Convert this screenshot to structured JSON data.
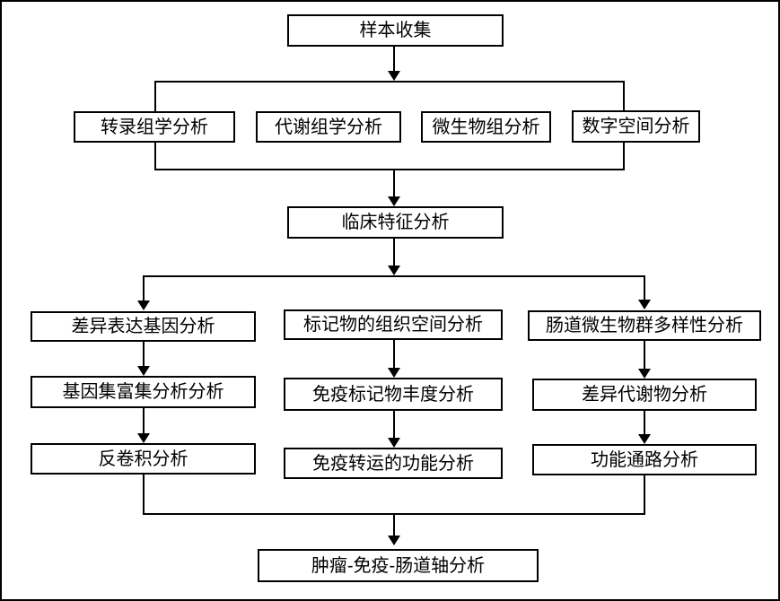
{
  "diagram": {
    "type": "flowchart",
    "colors": {
      "line": "#000000",
      "box_fill": "#ffffff",
      "text": "#000000",
      "background": "#ffffff"
    },
    "nodes": {
      "sample": {
        "label": "样本收集"
      },
      "omics": [
        {
          "label": "转录组学分析"
        },
        {
          "label": "代谢组学分析"
        },
        {
          "label": "微生物组分析"
        },
        {
          "label": "数字空间分析"
        }
      ],
      "clinical": {
        "label": "临床特征分析"
      },
      "col1": [
        {
          "label": "差异表达基因分析"
        },
        {
          "label": "基因集富集分析分析"
        },
        {
          "label": "反卷积分析"
        }
      ],
      "col2": [
        {
          "label": "标记物的组织空间分析"
        },
        {
          "label": "免疫标记物丰度分析"
        },
        {
          "label": "免疫转运的功能分析"
        }
      ],
      "col3": [
        {
          "label": "肠道微生物群多样性分析"
        },
        {
          "label": "差异代谢物分析"
        },
        {
          "label": "功能通路分析"
        }
      ],
      "final": {
        "label": "肿瘤-免疫-肠道轴分析"
      }
    }
  }
}
